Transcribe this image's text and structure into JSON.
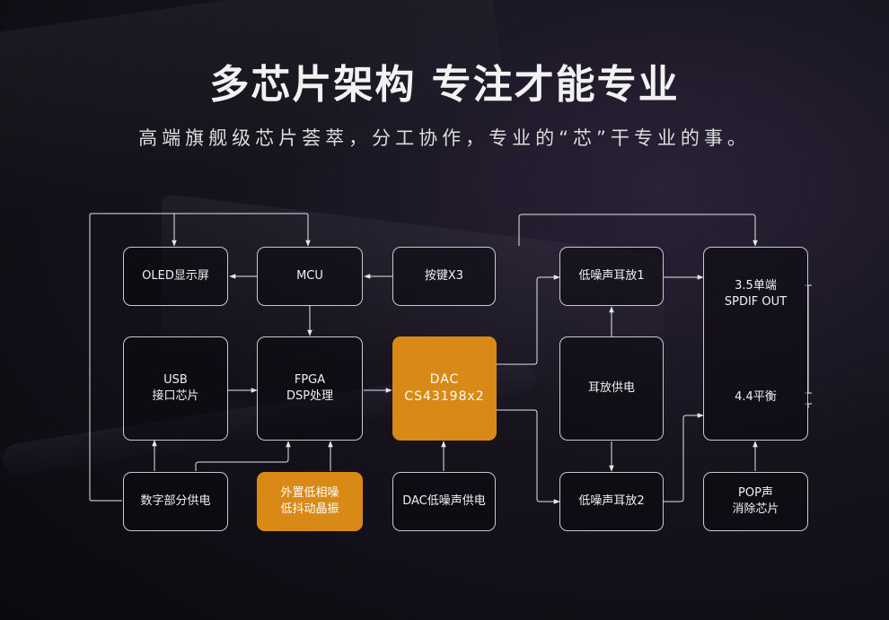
{
  "header": {
    "title": "多芯片架构 专注才能专业",
    "subtitle": "高端旗舰级芯片荟萃，分工协作，专业的“芯”干专业的事。"
  },
  "diagram": {
    "boxes": {
      "oled": "OLED显示屏",
      "mcu": "MCU",
      "keys": "按键X3",
      "usb": "USB\n接口芯片",
      "fpga": "FPGA\nDSP处理",
      "dac": "DAC\nCS43198x2",
      "digital_power": "数字部分供电",
      "oscillator": "外置低相噪\n低抖动晶振",
      "dac_power": "DAC低噪声供电",
      "amp1": "低噪声耳放1",
      "amp_power": "耳放供电",
      "amp2": "低噪声耳放2",
      "outputs_top": "3.5单端\nSPDIF OUT",
      "outputs_bottom": "4.4平衡",
      "pop": "POP声\n消除芯片"
    }
  },
  "colors": {
    "accent": "#d98a16",
    "line": "#e6e6e6"
  }
}
